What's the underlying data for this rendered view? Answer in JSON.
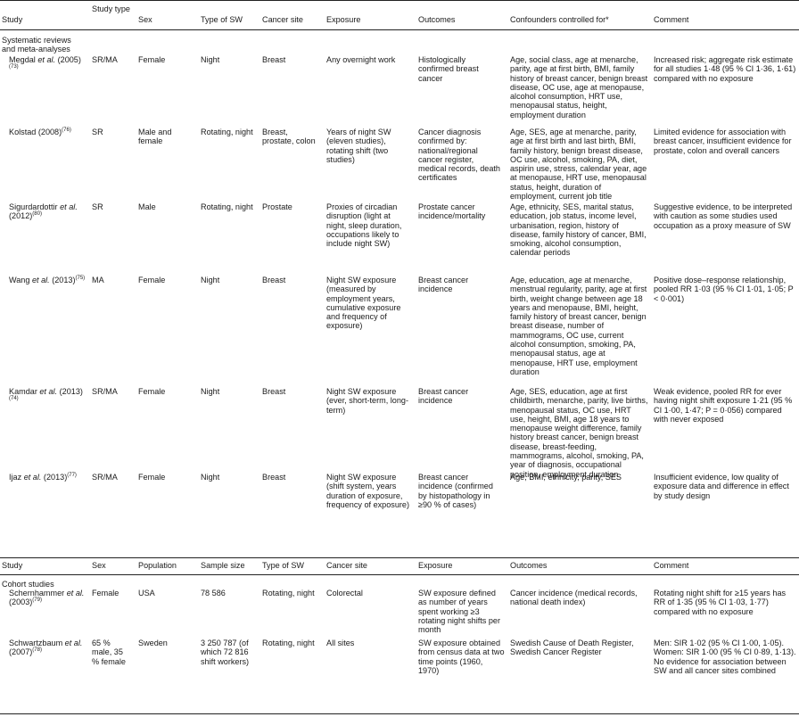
{
  "header1": [
    "Study",
    "Study type",
    "Sex",
    "Type of SW",
    "Cancer site",
    "Exposure",
    "Outcomes",
    "Confounders controlled for*",
    "Comment"
  ],
  "section1": "Systematic reviews and meta-analyses",
  "rows1": [
    {
      "study": [
        "Megdal ",
        "et al.",
        " (2005)",
        "(73)"
      ],
      "type": "SR/MA",
      "sex": "Female",
      "sw": "Night",
      "site": "Breast",
      "exposure": "Any overnight work",
      "outcomes": "Histologically confirmed breast cancer",
      "confounders": "Age, social class, age at menarche, parity, age at first birth, BMI, family history of breast cancer, benign breast disease, OC use, age at menopause, alcohol consumption, HRT use, menopausal status, height, employment duration",
      "comment": "Increased risk; aggregate risk estimate for all studies 1·48 (95 % CI 1·36, 1·61) compared with no exposure"
    },
    {
      "study": [
        "Kolstad (2008)",
        "",
        "",
        "(76)"
      ],
      "type": "SR",
      "sex": "Male and female",
      "sw": "Rotating, night",
      "site": "Breast, prostate, colon",
      "exposure": "Years of night SW (eleven studies), rotating shift (two studies)",
      "outcomes": "Cancer diagnosis confirmed by: national/regional cancer register, medical records, death certificates",
      "confounders": "Age, SES, age at menarche, parity, age at first birth and last birth, BMI, family history, benign breast disease, OC use, alcohol, smoking, PA, diet, aspirin use, stress, calendar year, age at menopause, HRT use, menopausal status, height, duration of employment, current job title",
      "comment": "Limited evidence for association with breast cancer, insufficient evidence for prostate, colon and overall cancers"
    },
    {
      "study": [
        "Sigurdardottir ",
        "et al.",
        " (2012)",
        "(80)"
      ],
      "type": "SR",
      "sex": "Male",
      "sw": "Rotating, night",
      "site": "Prostate",
      "exposure": "Proxies of circadian disruption (light at night, sleep duration, occupations likely to include night SW)",
      "outcomes": "Prostate cancer incidence/mortality",
      "confounders": "Age, ethnicity, SES, marital status, education, job status, income level, urbanisation, region, history of disease, family history of cancer, BMI, smoking, alcohol consumption, calendar periods",
      "comment": "Suggestive evidence, to be interpreted with caution as some studies used occupation as a proxy measure of SW"
    },
    {
      "study": [
        "Wang ",
        "et al.",
        " (2013)",
        "(75)"
      ],
      "type": "MA",
      "sex": "Female",
      "sw": "Night",
      "site": "Breast",
      "exposure": "Night SW exposure (measured by employment years, cumulative exposure and frequency of exposure)",
      "outcomes": "Breast cancer incidence",
      "confounders": "Age, education, age at menarche, menstrual regularity, parity, age at first birth, weight change between age 18 years and menopause, BMI, height, family history of breast cancer, benign breast disease, number of mammograms, OC use, current alcohol consumption, smoking, PA, menopausal status, age at menopause, HRT use, employment duration",
      "comment": "Positive dose–response relationship, pooled RR 1·03 (95 % CI 1·01, 1·05; P < 0·001)"
    },
    {
      "study": [
        "Kamdar ",
        "et al.",
        " (2013)",
        "(74)"
      ],
      "type": "SR/MA",
      "sex": "Female",
      "sw": "Night",
      "site": "Breast",
      "exposure": "Night SW exposure (ever, short-term, long-term)",
      "outcomes": "Breast cancer incidence",
      "confounders": "Age, SES, education, age at first childbirth, menarche, parity, live births, menopausal status, OC use, HRT use, height, BMI, age 18 years to menopause weight difference, family history breast cancer, benign breast disease, breast-feeding, mammograms, alcohol, smoking, PA, year of diagnosis, occupational position, employment duration",
      "comment": "Weak evidence, pooled RR for ever having night shift exposure 1·21 (95 % CI 1·00, 1·47; P = 0·056) compared with never exposed"
    },
    {
      "study": [
        "Ijaz ",
        "et al.",
        " (2013)",
        "(77)"
      ],
      "type": "SR/MA",
      "sex": "Female",
      "sw": "Night",
      "site": "Breast",
      "exposure": "Night SW exposure (shift system, years duration of exposure, frequency of exposure)",
      "outcomes": "Breast cancer incidence (confirmed by histopathology in ≥90 % of cases)",
      "confounders": "Age, BMI, ethnicity, parity, SES",
      "comment": "Insufficient evidence, low quality of exposure data and difference in effect by study design"
    }
  ],
  "header2": [
    "Study",
    "Sex",
    "Population",
    "Sample size",
    "Type of SW",
    "Cancer site",
    "Exposure",
    "Outcomes",
    "Comment"
  ],
  "section2": "Cohort studies",
  "rows2": [
    {
      "study": [
        "Schernhammer ",
        "et al.",
        " (2003)",
        "(79)"
      ],
      "sex": "Female",
      "population": "USA",
      "sample": "78 586",
      "sw": "Rotating, night",
      "site": "Colorectal",
      "exposure": "SW exposure defined as number of years spent working ≥3 rotating night shifts per month",
      "outcomes": "Cancer incidence (medical records, national death index)",
      "comment": "Rotating night shift for ≥15 years has RR of 1·35 (95 % CI 1·03, 1·77) compared with no exposure"
    },
    {
      "study": [
        "Schwartzbaum ",
        "et al.",
        " (2007)",
        "(78)"
      ],
      "sex": "65 % male, 35 % female",
      "population": "Sweden",
      "sample": "3 250 787 (of which 72 816 shift workers)",
      "sw": "Rotating, night",
      "site": "All sites",
      "exposure": "SW exposure obtained from census data at two time points (1960, 1970)",
      "outcomes": "Swedish Cause of Death Register, Swedish Cancer Register",
      "comment": "Men: SIR 1·02 (95 % CI 1·00, 1·05). Women: SIR 1·00 (95 % CI 0·89, 1·13). No evidence for association between SW and all cancer sites combined"
    }
  ]
}
